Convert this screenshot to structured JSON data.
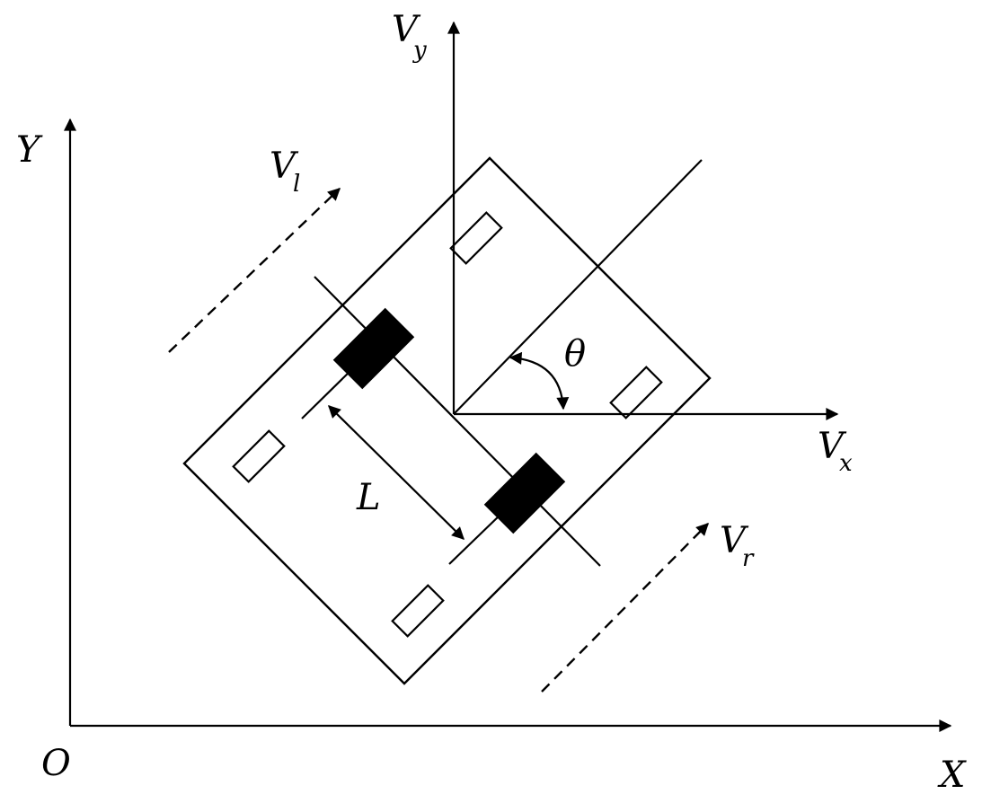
{
  "labels": {
    "origin": "O",
    "x_axis": "X",
    "y_axis": "Y",
    "vx_main": "V",
    "vx_sub": "x",
    "vy_main": "V",
    "vy_sub": "y",
    "vl_main": "V",
    "vl_sub": "l",
    "vr_main": "V",
    "vr_sub": "r",
    "theta": "θ",
    "length": "L"
  },
  "colors": {
    "stroke": "#000000",
    "background": "#ffffff"
  }
}
